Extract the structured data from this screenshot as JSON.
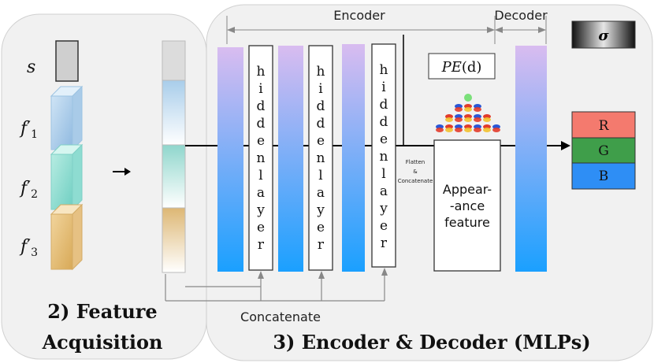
{
  "sections": {
    "feature_acquisition": {
      "title_line1": "2) Feature",
      "title_line2": "Acquisition"
    },
    "encoder_decoder": {
      "title": "3) Encoder & Decoder (MLPs)"
    }
  },
  "symbols": {
    "s": "s",
    "f1": "f",
    "f1_sub": "1",
    "f2": "f",
    "f2_sub": "2",
    "f3": "f",
    "f3_sub": "3",
    "prime": "′"
  },
  "labels": {
    "encoder": "Encoder",
    "decoder": "Decoder",
    "concatenate": "Concatenate",
    "sigma": "σ",
    "pe_prefix": "PE",
    "pe_arg": "(d)",
    "flatten": "Flatten",
    "amp": "&",
    "concatenate_small": "Concatenate",
    "appearance_line1": "Appear-",
    "appearance_line2": "-ance",
    "appearance_line3": "feature"
  },
  "hidden_layer_letters": [
    "h",
    "i",
    "d",
    "d",
    "e",
    "n",
    "l",
    "a",
    "y",
    "e",
    "r"
  ],
  "outputs": [
    {
      "label": "R",
      "color": "#f47a6e"
    },
    {
      "label": "G",
      "color": "#3f9e4a"
    },
    {
      "label": "B",
      "color": "#2e8ef5"
    }
  ],
  "colors": {
    "panel_bg": "#f0f0f0",
    "mlp_top": "#d6b8ee",
    "mlp_bottom": "#1ea0ff",
    "s_block": "#cfcfcf"
  }
}
